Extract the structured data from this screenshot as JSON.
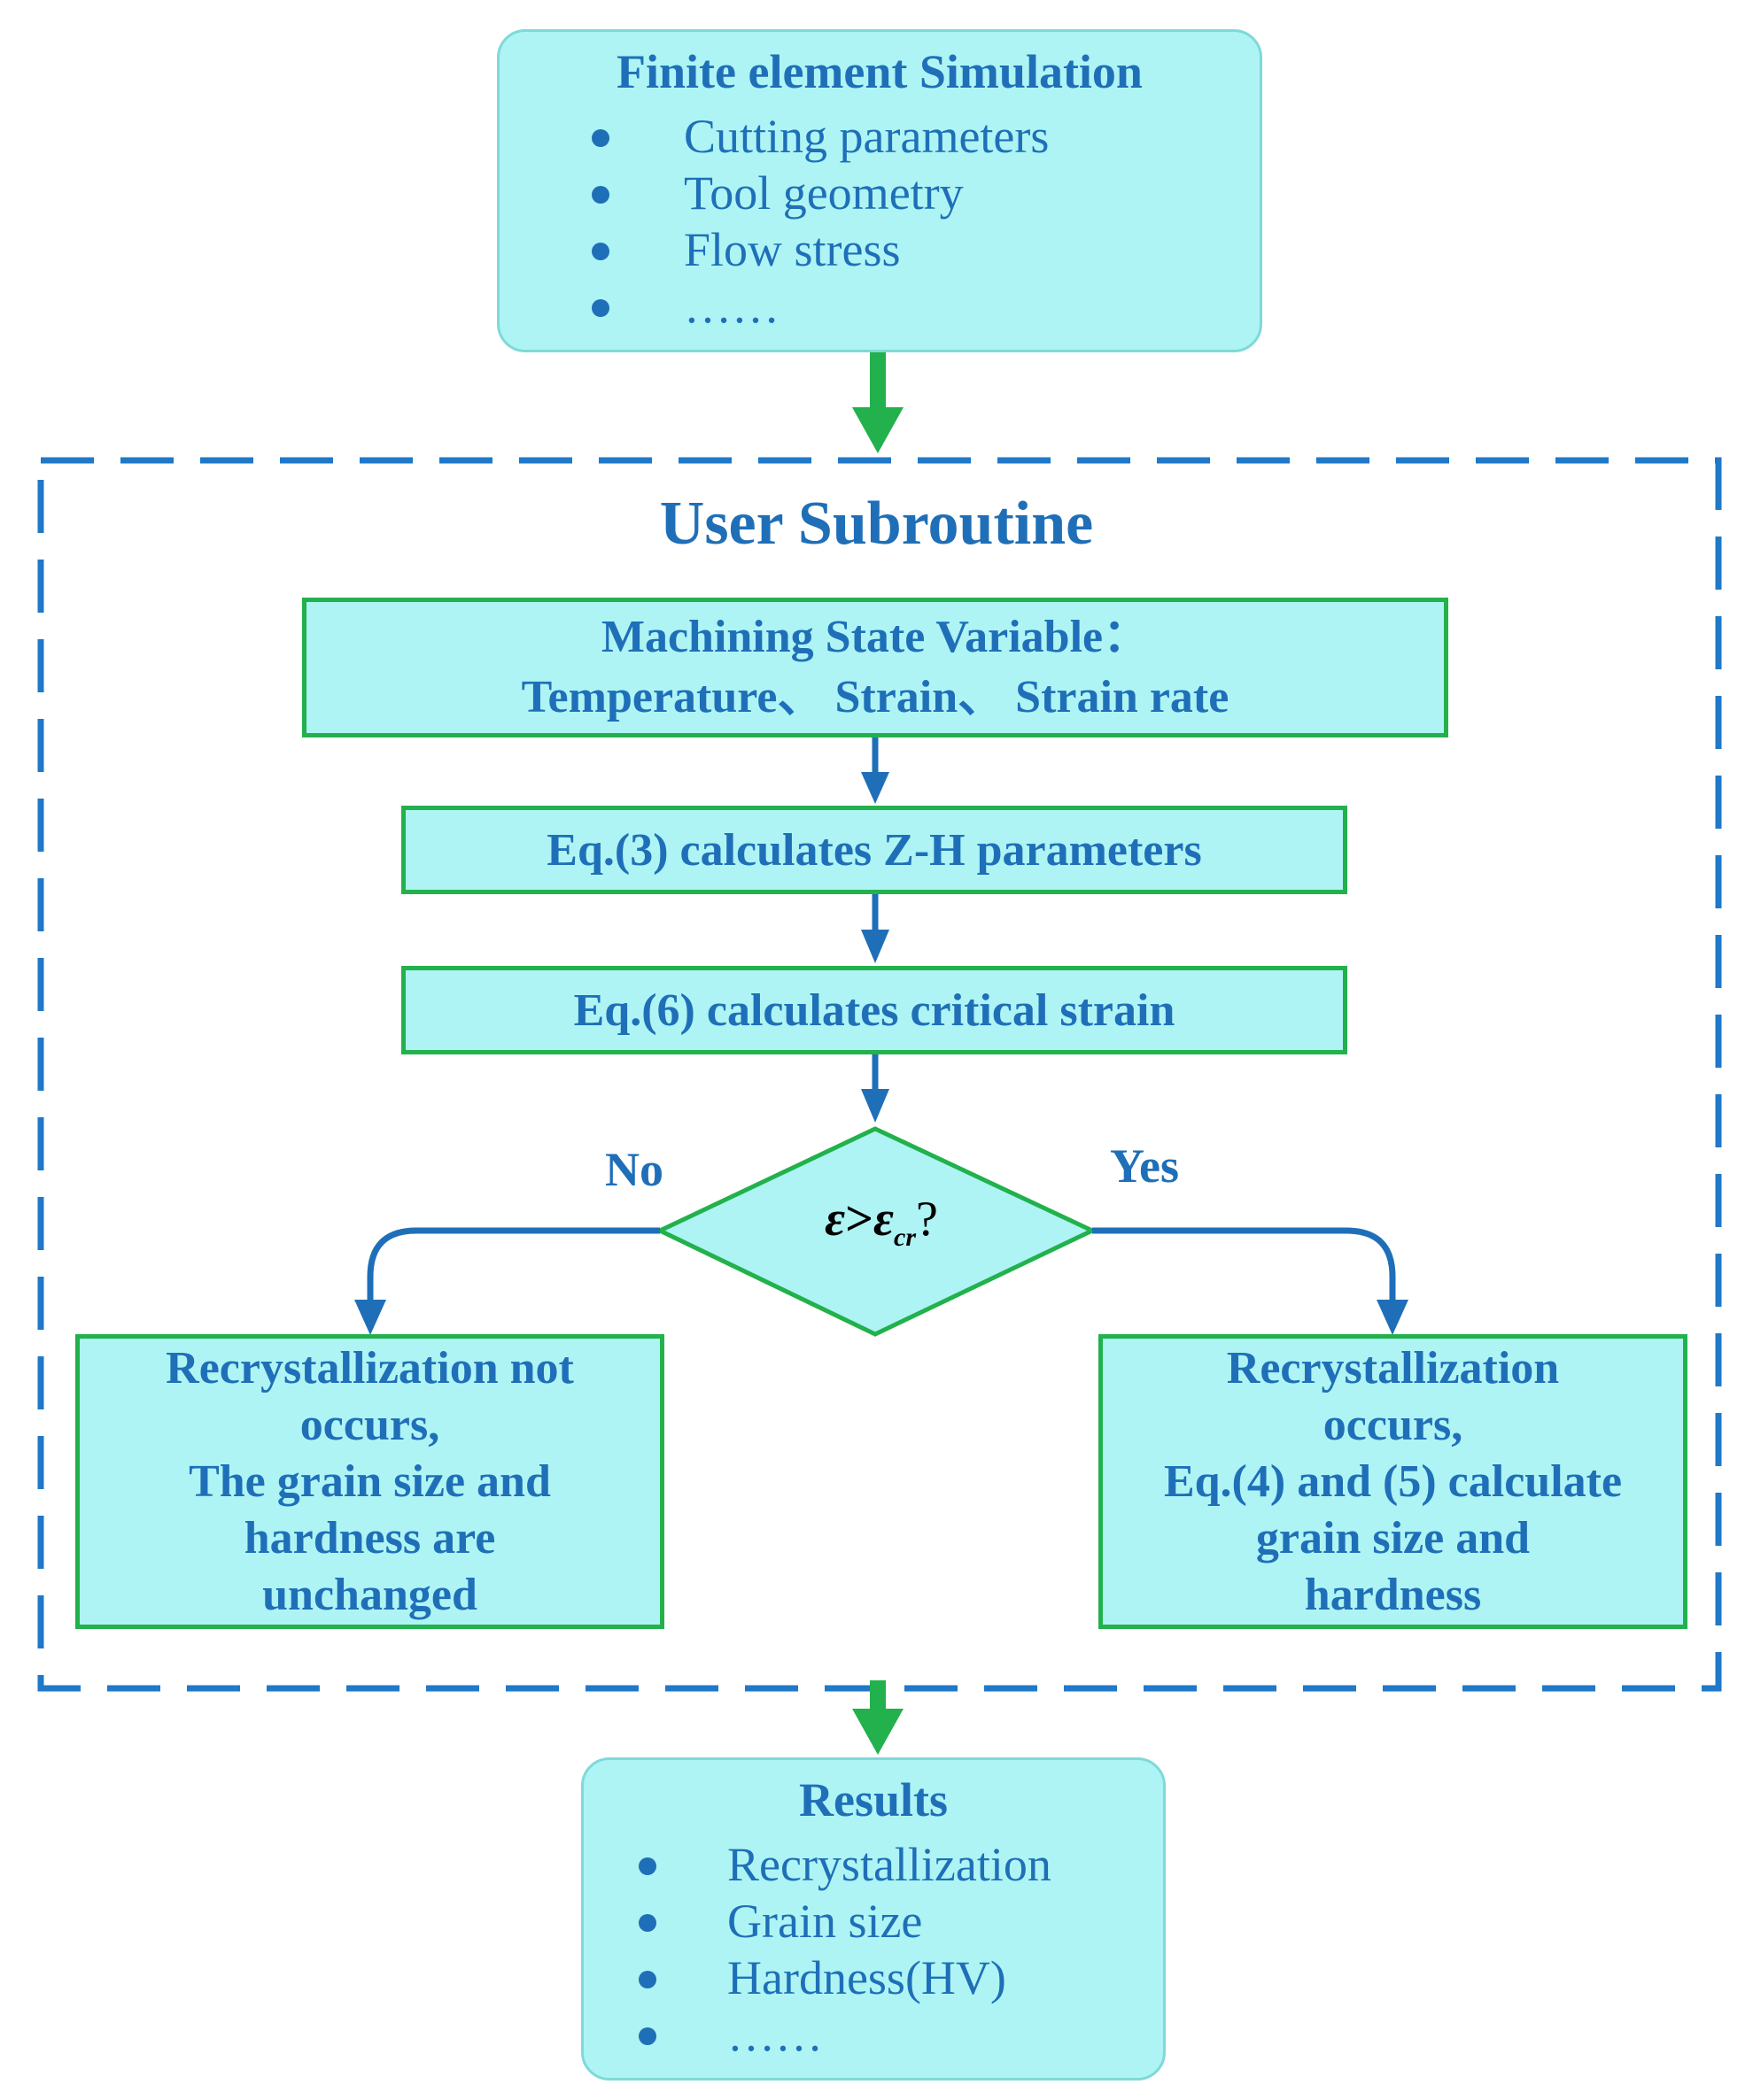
{
  "fe_box": {
    "title": "Finite element Simulation",
    "items": [
      "Cutting parameters",
      "Tool geometry",
      "Flow stress",
      "……"
    ]
  },
  "subroutine": {
    "title": "User Subroutine",
    "state_var": {
      "line1": "Machining State Variable：",
      "line2": "Temperature、 Strain、 Strain rate"
    },
    "zh_step": "Eq.(3) calculates Z-H parameters",
    "critical_step": "Eq.(6) calculates critical strain",
    "decision": {
      "eps": "ε",
      "gt": ">",
      "eps2": "ε",
      "sub": "cr",
      "q": "?"
    },
    "no_label": "No",
    "yes_label": "Yes",
    "no_box": [
      "Recrystallization  not",
      "occurs,",
      "The grain size and",
      "hardness are",
      "unchanged"
    ],
    "yes_box": [
      "Recrystallization",
      "occurs,",
      "Eq.(4) and (5) calculate",
      "grain size and",
      "hardness"
    ]
  },
  "results_box": {
    "title": "Results",
    "items": [
      "Recrystallization",
      "Grain size",
      "Hardness(HV)",
      "……"
    ]
  },
  "colors": {
    "box_fill": "#aef4f4",
    "green_border": "#22b14c",
    "blue_text": "#1f6fb8",
    "dashed_border": "#1f78c8",
    "green_arrow": "#22b14c",
    "blue_arrow": "#1f6fb8"
  }
}
